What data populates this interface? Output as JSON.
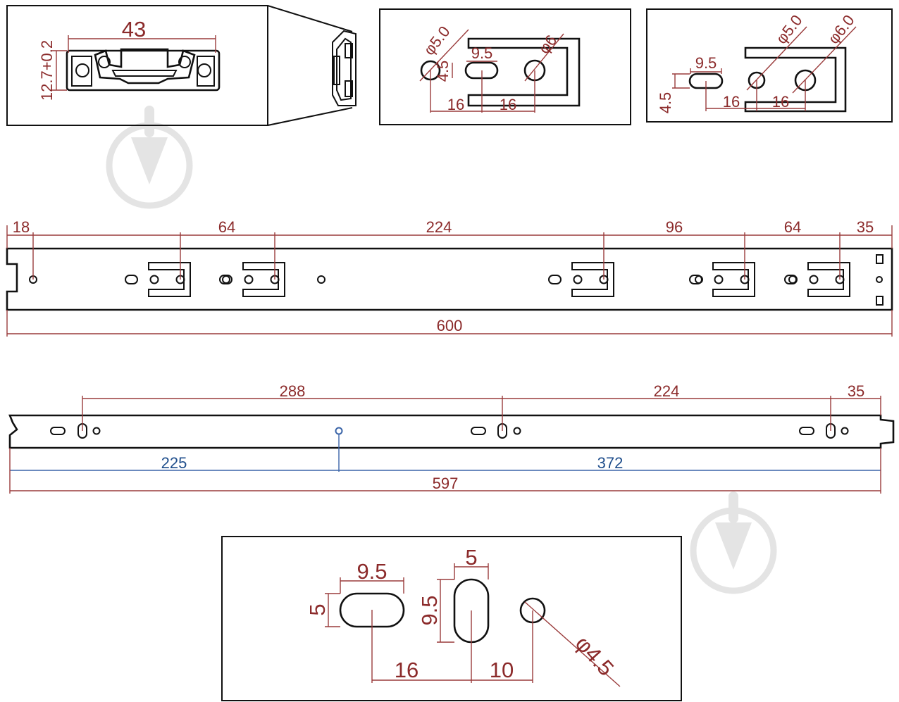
{
  "profile_detail": {
    "width_label": "43",
    "height_label": "12.7+0.2"
  },
  "hole_detail_left": {
    "dia_small": "φ5.0",
    "dia_large": "φ6",
    "slot_length": "9.5",
    "slot_height": "4.5",
    "pitch_a": "16",
    "pitch_b": "16"
  },
  "hole_detail_right": {
    "dia_small": "φ5.0",
    "dia_large": "φ6.0",
    "slot_length": "9.5",
    "slot_height": "4.5",
    "pitch_a": "16",
    "pitch_b": "16"
  },
  "rail_top": {
    "offset_left": "18",
    "spacing": [
      "64",
      "224",
      "96",
      "64"
    ],
    "offset_right": "35",
    "total_length": "600"
  },
  "rail_bottom": {
    "spacing_a": "288",
    "spacing_b": "224",
    "offset_right": "35",
    "segment_left": "225",
    "segment_right": "372",
    "total_length": "597"
  },
  "slot_detail": {
    "h_slot_length": "9.5",
    "h_slot_height": "5",
    "v_slot_width": "5",
    "v_slot_height": "9.5",
    "hole_diameter": "φ4.5",
    "pitch_a": "16",
    "pitch_b": "10"
  }
}
